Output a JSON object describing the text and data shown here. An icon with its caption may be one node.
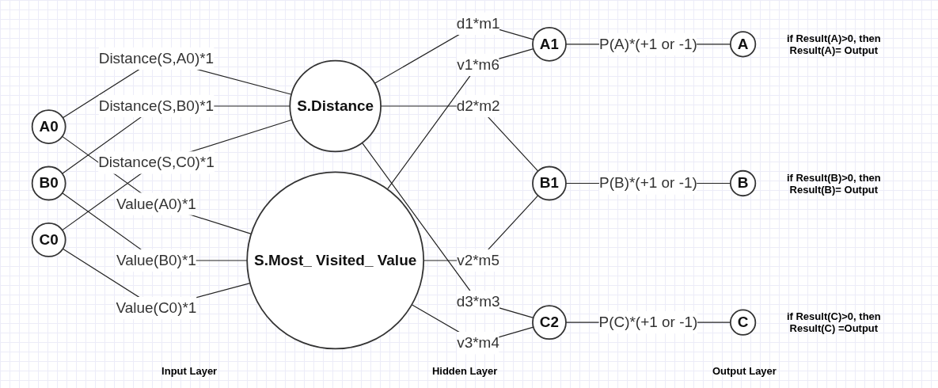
{
  "diagram": {
    "nodes": [
      {
        "text": [
          "A0"
        ]
      },
      {
        "text": [
          "B0"
        ]
      },
      {
        "text": [
          "C0"
        ]
      },
      {
        "text": [
          "S.Distance"
        ]
      },
      {
        "text": [
          "S.Most_ Visited_ Value"
        ]
      },
      {
        "text": [
          "A1"
        ]
      },
      {
        "text": [
          "B1"
        ]
      },
      {
        "text": [
          "C2"
        ]
      },
      {
        "text": [
          "A"
        ],
        "beside": [
          "if Result(A)>0, then Result(A)= Output"
        ]
      },
      {
        "text": [
          "B"
        ],
        "beside": [
          "if Result(B)>0, then Result(B)= Output"
        ]
      },
      {
        "text": [
          "C"
        ],
        "beside": [
          "if Result(C)>0, then Result(C) =Output"
        ]
      }
    ],
    "edges": [
      {
        "from": 0,
        "to": 3,
        "arrow": "none",
        "label": "Distance(S,A0)*1"
      },
      {
        "from": 0,
        "to": 4,
        "arrow": "none",
        "label": "Value(A0)*1"
      },
      {
        "from": 1,
        "to": 3,
        "arrow": "none",
        "label": "Distance(S,B0)*1"
      },
      {
        "from": 1,
        "to": 4,
        "arrow": "none",
        "label": "Value(B0)*1"
      },
      {
        "from": 2,
        "to": 3,
        "arrow": "none",
        "label": "Distance(S,C0)*1"
      },
      {
        "from": 2,
        "to": 4,
        "arrow": "none",
        "label": "Value(C0)*1"
      },
      {
        "from": 3,
        "to": 5,
        "arrow": "none",
        "label": "d1*m1"
      },
      {
        "from": 3,
        "to": 6,
        "arrow": "none",
        "label": "d2*m2"
      },
      {
        "from": 3,
        "to": 7,
        "arrow": "none",
        "label": "d3*m3"
      },
      {
        "from": 4,
        "to": 5,
        "arrow": "none",
        "label": "v1*m6"
      },
      {
        "from": 4,
        "to": 6,
        "arrow": "none",
        "label": "v2*m5"
      },
      {
        "from": 4,
        "to": 7,
        "arrow": "none",
        "label": "v3*m4"
      },
      {
        "from": 5,
        "to": 8,
        "arrow": "none",
        "label": "P(A)*(+1 or -1)"
      },
      {
        "from": 6,
        "to": 9,
        "arrow": "none",
        "label": "P(B)*(+1 or -1)"
      },
      {
        "from": 7,
        "to": 10,
        "arrow": "none",
        "label": "P(C)*(+1 or -1)"
      }
    ],
    "labels": [
      "Input Layer",
      "Hidden Layer",
      "Output Layer"
    ]
  }
}
